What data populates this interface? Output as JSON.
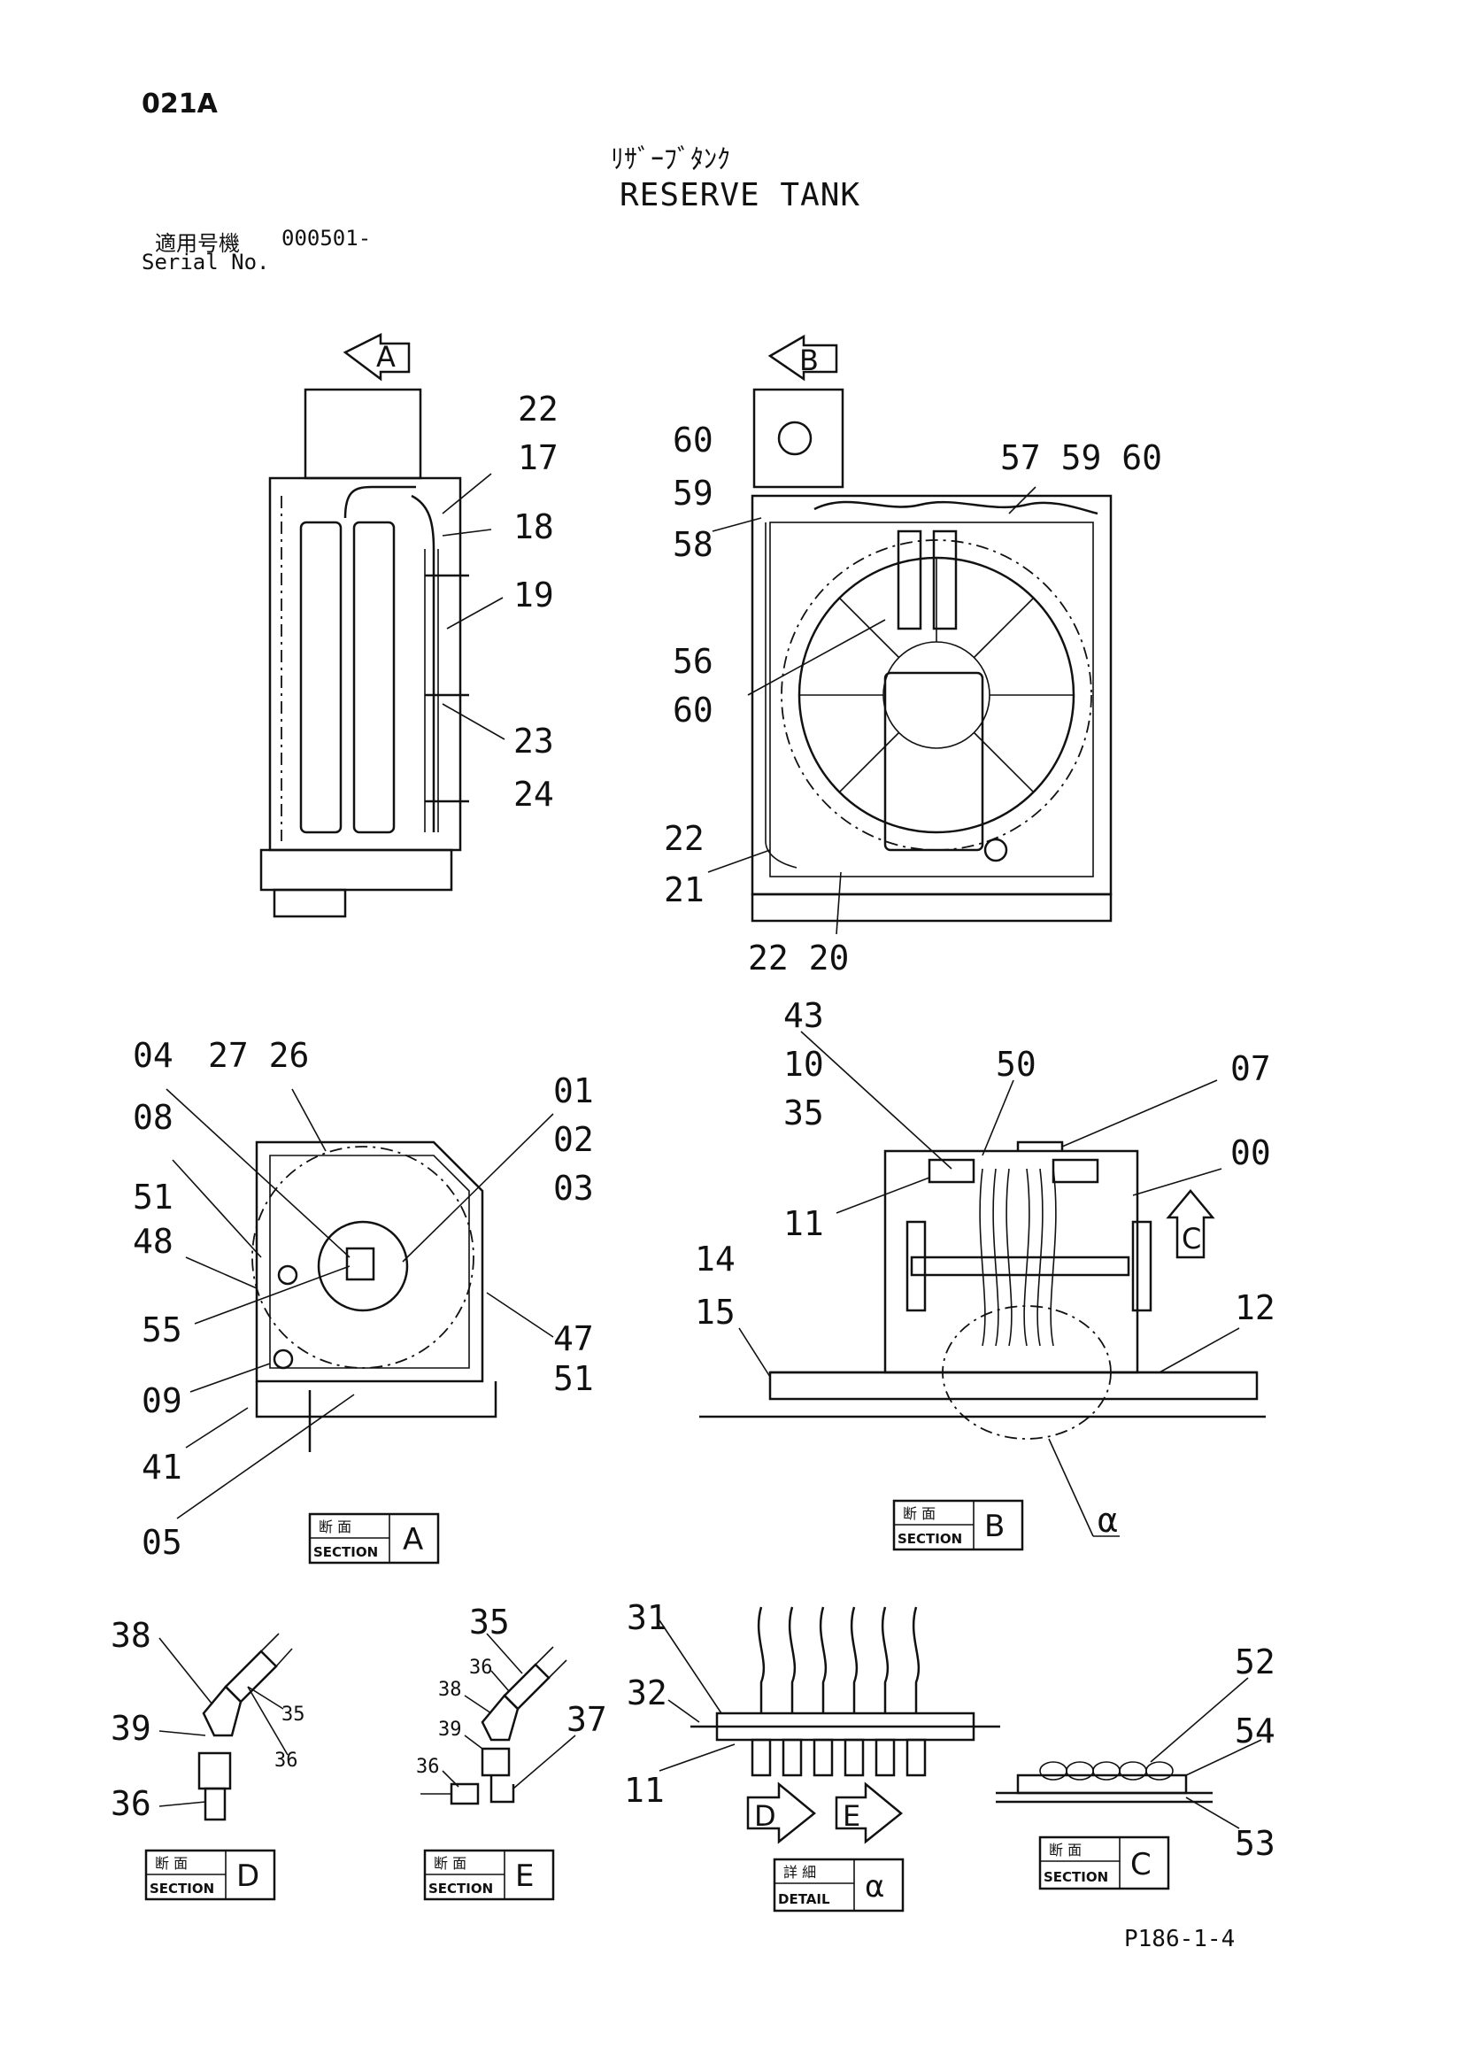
{
  "header": {
    "page_code": "021A",
    "title_jp": "ﾘｻﾞｰﾌﾞﾀﾝｸ",
    "title_en": "RESERVE TANK",
    "serial_label_jp": "適用号機",
    "serial_value": "000501-",
    "serial_label_en": "Serial No."
  },
  "footer": {
    "page_ref": "P186-1-4"
  },
  "view_arrows": [
    {
      "letter": "A"
    },
    {
      "letter": "B"
    },
    {
      "letter": "C"
    },
    {
      "letter": "D"
    },
    {
      "letter": "E"
    }
  ],
  "section_boxes": [
    {
      "jp": "断 面",
      "en": "SECTION",
      "letter": "A"
    },
    {
      "jp": "断 面",
      "en": "SECTION",
      "letter": "B"
    },
    {
      "jp": "断 面",
      "en": "SECTION",
      "letter": "D"
    },
    {
      "jp": "断 面",
      "en": "SECTION",
      "letter": "E"
    },
    {
      "jp": "詳 細",
      "en": "DETAIL",
      "letter": "α"
    },
    {
      "jp": "断 面",
      "en": "SECTION",
      "letter": "C"
    }
  ],
  "callouts": {
    "view_top_left": [
      "22",
      "17",
      "18",
      "19",
      "23",
      "24"
    ],
    "view_top_right": [
      "60",
      "59",
      "58",
      "57 59 60",
      "56",
      "60",
      "22",
      "21",
      "22 20"
    ],
    "section_a": [
      "04",
      "27 26",
      "08",
      "51",
      "48",
      "55",
      "09",
      "41",
      "05",
      "01",
      "02",
      "03",
      "47",
      "51"
    ],
    "section_b": [
      "43",
      "10",
      "35",
      "50",
      "07",
      "00",
      "11",
      "14",
      "15",
      "12",
      "α"
    ],
    "section_d": [
      "38",
      "39",
      "36",
      "35",
      "36"
    ],
    "section_e": [
      "35",
      "36",
      "38",
      "39",
      "36",
      "37"
    ],
    "detail_a": [
      "31",
      "32",
      "11"
    ],
    "section_c": [
      "52",
      "54",
      "53"
    ]
  }
}
